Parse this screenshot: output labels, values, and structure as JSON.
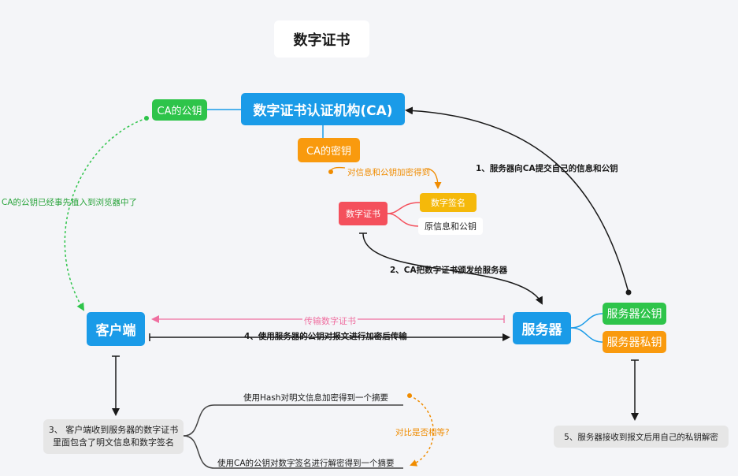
{
  "title": "数字证书",
  "nodes": {
    "ca_authority": "数字证书认证机构(CA)",
    "ca_public_key": "CA的公钥",
    "ca_private_key": "CA的密钥",
    "digital_certificate": "数字证书",
    "digital_signature": "数字签名",
    "original_info": "原信息和公钥",
    "client": "客户端",
    "server": "服务器",
    "server_public_key": "服务器公钥",
    "server_private_key": "服务器私钥"
  },
  "labels": {
    "step1": "1、服务器向CA提交自己的信息和公钥",
    "step2": "2、CA把数字证书颁发给服务器",
    "step3": "3、 客户端收到服务器的数字证书里面包含了明文信息和数字签名",
    "step4": "4、使用服务器的公钥对报文进行加密后传输",
    "step5": "5、服务器接收到报文后用自己的私钥解密",
    "transmit_cert": "传输数字证书",
    "preinstalled": "CA的公钥已经事先植入到浏览器中了",
    "encrypt": "对信息和公钥加密得到",
    "compare": "对比是否相等?",
    "hash_digest": "使用Hash对明文信息加密得到一个摘要",
    "decrypt_digest": "使用CA的公钥对数字签名进行解密得到一个摘要"
  },
  "colors": {
    "blue": "#1a9be8",
    "green": "#2ec44a",
    "orange": "#f99a0e",
    "red": "#f4505c",
    "pink": "#ef6fa0",
    "line": "#1a1a1a"
  }
}
